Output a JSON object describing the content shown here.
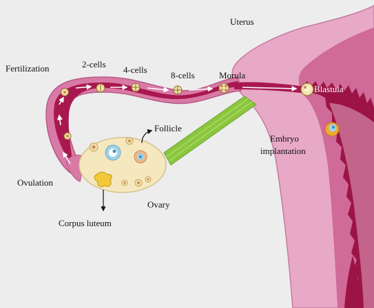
{
  "diagram": {
    "labels": {
      "uterus": "Uterus",
      "fertilization": "Fertilization",
      "two_cells": "2-cells",
      "four_cells": "4-cells",
      "eight_cells": "8-cells",
      "morula": "Morula",
      "blastula": "Blastula",
      "follicle": "Follicle",
      "embryo_line1": "Embryo",
      "embryo_line2": "implantation",
      "ovulation": "Ovulation",
      "ovary": "Ovary",
      "corpus_luteum": "Corpus luteum"
    },
    "colors": {
      "background": "#ededed",
      "uterus_outer": "#e7a9c5",
      "uterus_mid": "#d06a98",
      "uterus_inner": "#9c1445",
      "tube": "#a8184f",
      "ligament": "#8cc63f",
      "ovary": "#f5e8bf",
      "arrow": "#ffffff"
    }
  }
}
